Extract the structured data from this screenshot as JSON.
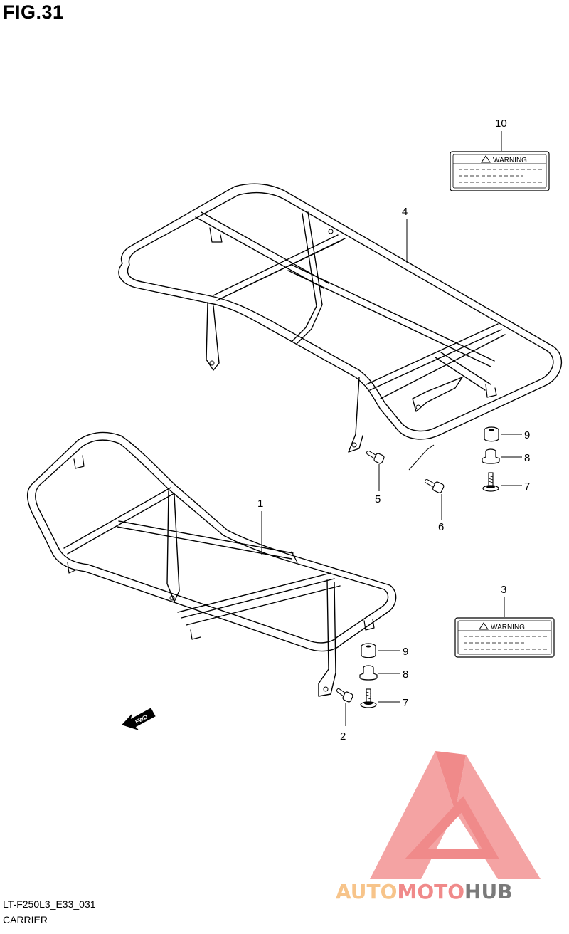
{
  "figure": {
    "title": "FIG.31"
  },
  "footer": {
    "code": "LT-F250L3_E33_031",
    "name": "CARRIER"
  },
  "callouts": {
    "c1": "1",
    "c2": "2",
    "c3": "3",
    "c4": "4",
    "c5": "5",
    "c6": "6",
    "c7a": "7",
    "c7b": "7",
    "c8a": "8",
    "c8b": "8",
    "c9a": "9",
    "c9b": "9",
    "c10": "10"
  },
  "labels": {
    "warning_top": "WARNING",
    "warning_bottom": "WARNING"
  },
  "fwd": {
    "text": "FWD"
  },
  "watermark": {
    "part1": "AUTO",
    "part2": "MOTO",
    "part3": "HUB",
    "color_primary": "#f08a8a",
    "color_accent": "#f7c48a",
    "color_dark": "#7a7a7a"
  }
}
